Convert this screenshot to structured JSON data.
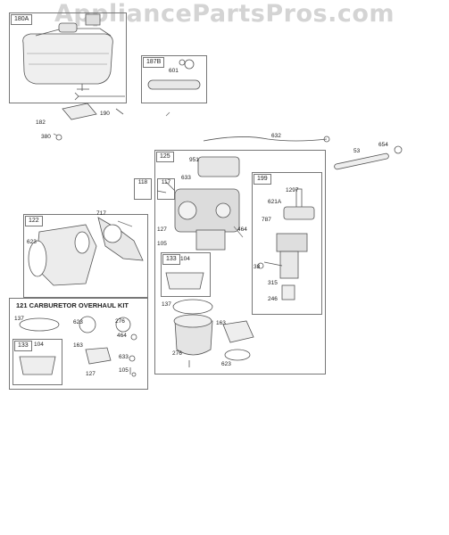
{
  "watermark": "AppliancePartsPros.com",
  "kit_title": "121 CARBURETOR OVERHAUL KIT",
  "boxes": {
    "b180a": "180A",
    "b187b": "187B",
    "b125": "125",
    "b199": "199",
    "b122": "122",
    "b118": "118",
    "b117": "117",
    "b133a": "133",
    "b133b": "133"
  },
  "labels": {
    "l601": "601",
    "l182": "182",
    "l190": "190",
    "l380": "380",
    "l632": "632",
    "l53": "53",
    "l654": "654",
    "l951": "951",
    "l633a": "633",
    "l1297": "1297",
    "l621a": "621A",
    "l787": "787",
    "l717": "717",
    "l623a": "623",
    "l127a": "127",
    "l105a": "105",
    "l464a": "464",
    "l104a": "104",
    "l38": "38",
    "l315": "315",
    "l246": "246",
    "l137a": "137",
    "l163a": "163",
    "l276a": "276",
    "l623b": "623",
    "l137b": "137",
    "l623c": "623",
    "l276b": "276",
    "l464b": "464",
    "l104b": "104",
    "l163b": "163",
    "l633b": "633",
    "l127b": "127",
    "l105b": "105"
  }
}
